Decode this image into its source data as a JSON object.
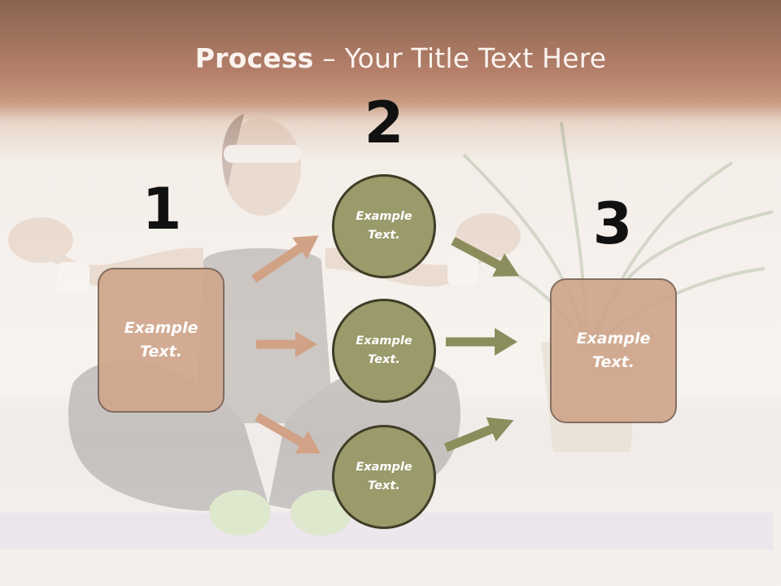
{
  "slide": {
    "title_bold": "Process",
    "title_rest": " – Your Title Text Here"
  },
  "steps": [
    {
      "number": "1",
      "box_line1": "Example",
      "box_line2": "Text."
    },
    {
      "number": "2",
      "circles": [
        {
          "line1": "Example",
          "line2": "Text."
        },
        {
          "line1": "Example",
          "line2": "Text."
        },
        {
          "line1": "Example",
          "line2": "Text."
        }
      ]
    },
    {
      "number": "3",
      "box_line1": "Example",
      "box_line2": "Text."
    }
  ],
  "colors": {
    "box_fill": "#cfa68b",
    "circle_fill": "#9a9a6b",
    "left_arrow": "#d2a286",
    "right_arrow": "#8b8d5d"
  }
}
